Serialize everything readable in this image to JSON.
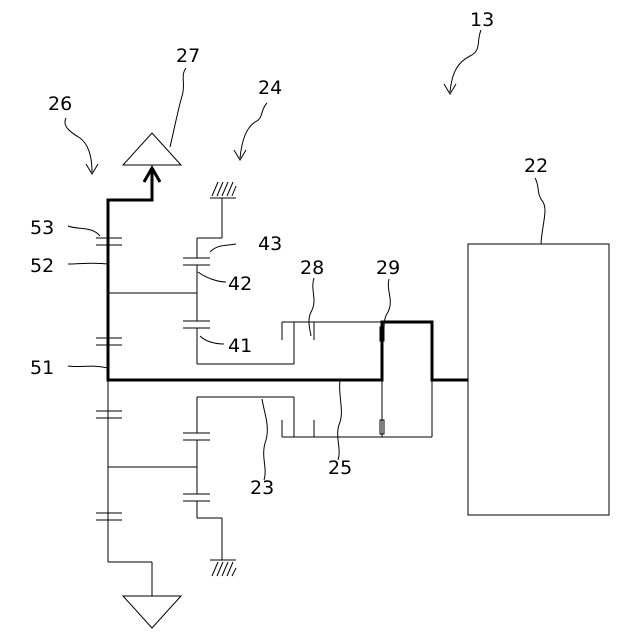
{
  "labels": {
    "l13": "13",
    "l22": "22",
    "l23": "23",
    "l24": "24",
    "l25": "25",
    "l26": "26",
    "l27": "27",
    "l28": "28",
    "l29": "29",
    "l41": "41",
    "l42": "42",
    "l43": "43",
    "l51": "51",
    "l52": "52",
    "l53": "53"
  }
}
